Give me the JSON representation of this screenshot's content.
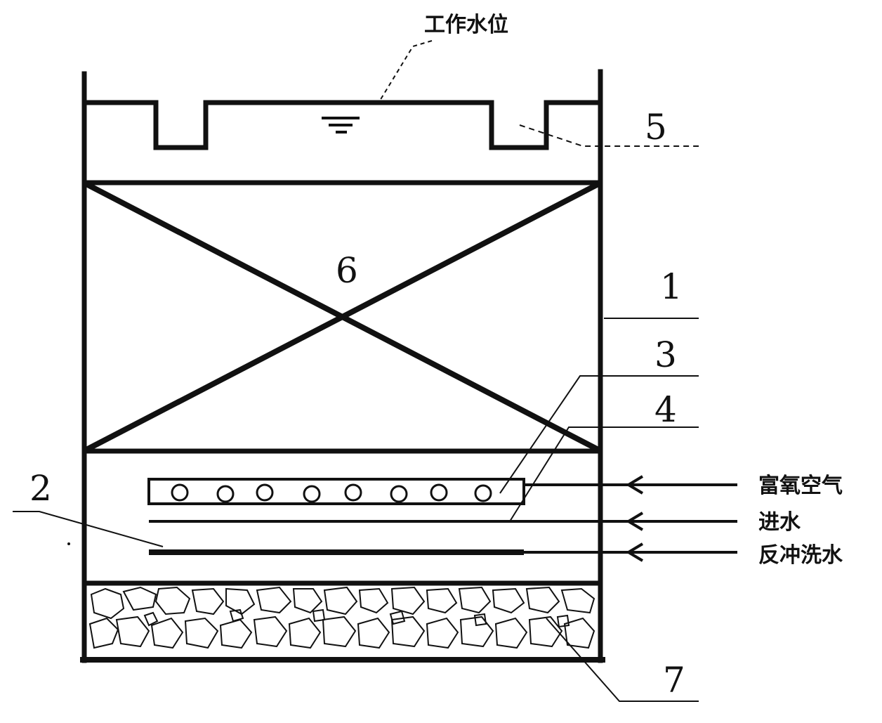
{
  "labels": {
    "working_water_level": "工作水位",
    "part_1": "1",
    "part_2": "2",
    "part_3": "3",
    "part_4": "4",
    "part_5": "5",
    "part_6": "6",
    "part_7": "7",
    "oxygen_air": "富氧空气",
    "water_inlet": "进水",
    "backwash_water": "反冲洗水"
  },
  "colors": {
    "stroke": "#111111",
    "background": "#ffffff"
  }
}
